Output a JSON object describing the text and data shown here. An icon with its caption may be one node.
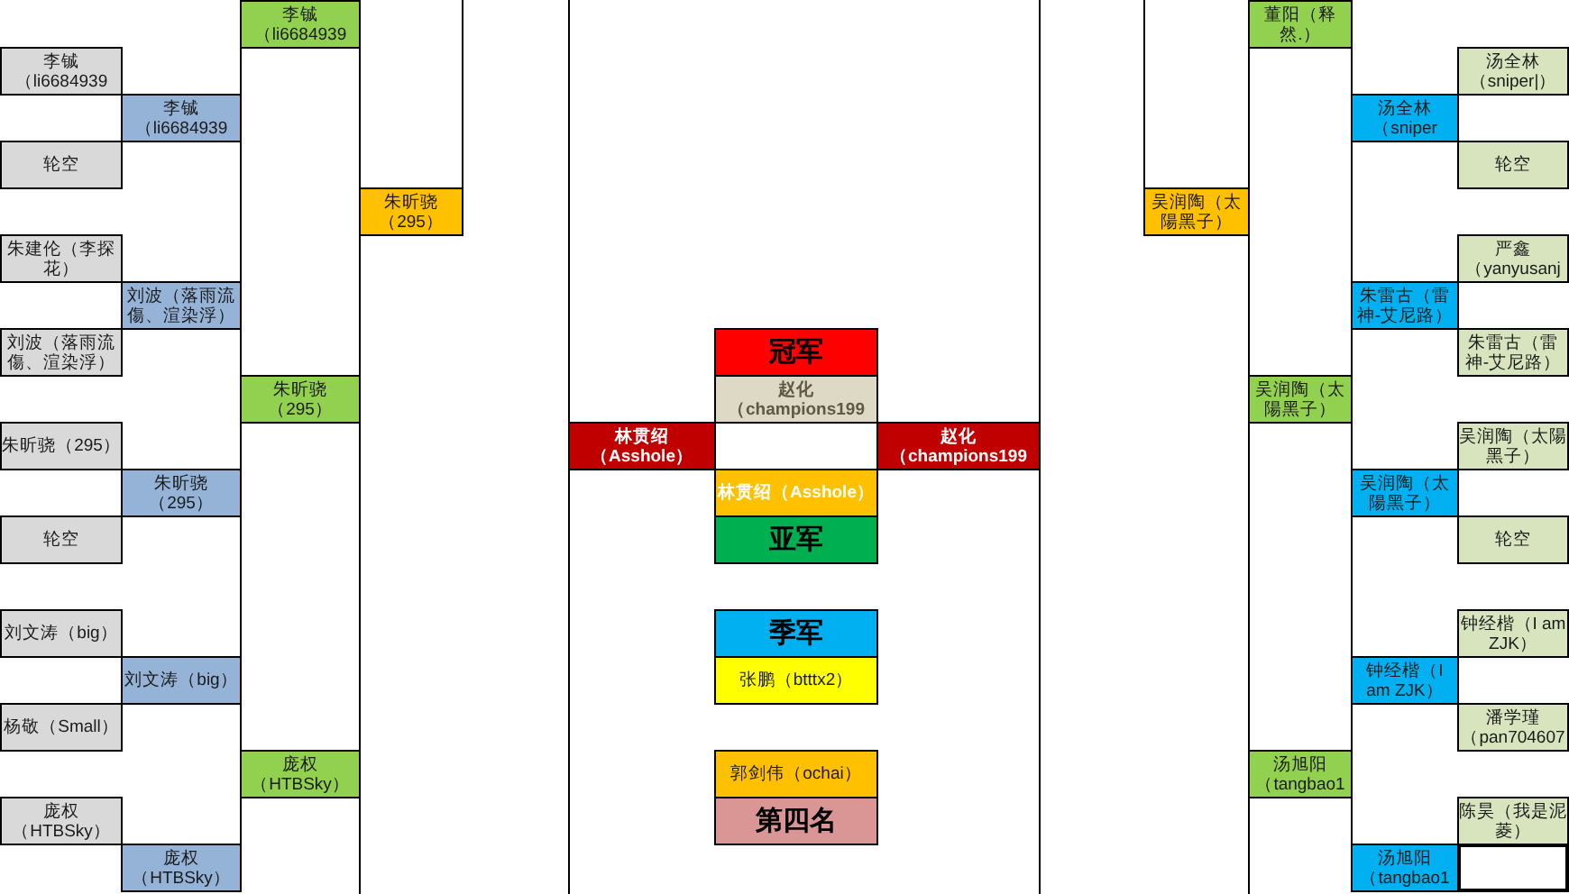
{
  "diagram": {
    "nodes": [
      {
        "text": [
          "李铖（li6684939"
        ]
      },
      {
        "text": [
          "轮空"
        ]
      },
      {
        "text": [
          "朱建伦（李探花）"
        ]
      },
      {
        "text": [
          "刘波（落雨流傷、渲染浮）"
        ]
      },
      {
        "text": [
          "朱昕骁（295）"
        ]
      },
      {
        "text": [
          "轮空"
        ]
      },
      {
        "text": [
          "刘文涛（big）"
        ]
      },
      {
        "text": [
          "杨敬（Small）"
        ]
      },
      {
        "text": [
          "庞权（HTBSky）"
        ]
      },
      {
        "text": [
          "李铖（li6684939"
        ]
      },
      {
        "text": [
          "刘波（落雨流傷、渲染浮）"
        ]
      },
      {
        "text": [
          "朱昕骁（295）"
        ]
      },
      {
        "text": [
          "刘文涛（big）"
        ]
      },
      {
        "text": [
          "庞权（HTBSky）"
        ]
      },
      {
        "text": [
          "李铖（li6684939"
        ]
      },
      {
        "text": [
          "朱昕骁（295）"
        ]
      },
      {
        "text": [
          "庞权（HTBSky）"
        ]
      },
      {
        "text": [
          "朱昕骁（295）"
        ]
      },
      {
        "text": [
          "冠军"
        ]
      },
      {
        "text": [
          "赵化（champions199"
        ]
      },
      {
        "text": [
          "林贯绍（Asshole）"
        ]
      },
      {
        "text": [
          "赵化（champions199"
        ]
      },
      {
        "text": [
          "林贯绍（Asshole）"
        ]
      },
      {
        "text": [
          "亚军"
        ]
      },
      {
        "text": [
          "季军"
        ]
      },
      {
        "text": [
          "张鹏（btttx2）"
        ]
      },
      {
        "text": [
          "郭剑伟（ochai）"
        ]
      },
      {
        "text": [
          "第四名"
        ]
      },
      {
        "text": [
          "吴润陶（太陽黑子）"
        ]
      },
      {
        "text": [
          "董阳（释然.）"
        ]
      },
      {
        "text": [
          "吴润陶（太陽黑子）"
        ]
      },
      {
        "text": [
          "汤旭阳（tangbao1"
        ]
      },
      {
        "text": [
          "汤全林（sniper"
        ]
      },
      {
        "text": [
          "朱雷古（雷神-艾尼路）"
        ]
      },
      {
        "text": [
          "吴润陶（太陽黑子）"
        ]
      },
      {
        "text": [
          "钟经楷（I am ZJK）"
        ]
      },
      {
        "text": [
          "汤旭阳（tangbao1"
        ]
      },
      {
        "text": [
          "汤全林（sniper|）"
        ]
      },
      {
        "text": [
          "轮空"
        ]
      },
      {
        "text": [
          "严鑫（yanyusanj"
        ]
      },
      {
        "text": [
          "朱雷古（雷神-艾尼路）"
        ]
      },
      {
        "text": [
          "吴润陶（太陽黑子）"
        ]
      },
      {
        "text": [
          "轮空"
        ]
      },
      {
        "text": [
          "钟经楷（I am ZJK）"
        ]
      },
      {
        "text": [
          "潘学瑾（pan704607"
        ]
      },
      {
        "text": [
          "陈昊（我是泥菱）"
        ]
      },
      {
        "text": [],
        "shape": "box"
      }
    ],
    "edges": [
      {
        "from": 14,
        "to": 9,
        "arrow": "none"
      },
      {
        "from": 9,
        "to": 10,
        "arrow": "none"
      },
      {
        "from": 10,
        "to": 15,
        "arrow": "none"
      },
      {
        "from": 15,
        "to": 11,
        "arrow": "none"
      },
      {
        "from": 11,
        "to": 12,
        "arrow": "none"
      },
      {
        "from": 12,
        "to": 16,
        "arrow": "none"
      },
      {
        "from": 16,
        "to": 13,
        "arrow": "none"
      },
      {
        "from": 14,
        "to": 17,
        "arrow": "none"
      },
      {
        "from": 17,
        "to": 15,
        "arrow": "none"
      },
      {
        "from": 15,
        "to": 16,
        "arrow": "none"
      },
      {
        "from": 16,
        "to": null,
        "arrow": "none"
      },
      {
        "from": null,
        "to": 17,
        "arrow": "none"
      },
      {
        "from": null,
        "to": 20,
        "arrow": "none"
      },
      {
        "from": 20,
        "to": null,
        "arrow": "none"
      },
      {
        "from": null,
        "to": 21,
        "arrow": "none"
      },
      {
        "from": 21,
        "to": null,
        "arrow": "none"
      },
      {
        "from": null,
        "to": 28,
        "arrow": "none"
      },
      {
        "from": 29,
        "to": 28,
        "arrow": "none"
      },
      {
        "from": 28,
        "to": 30,
        "arrow": "none"
      },
      {
        "from": 30,
        "to": 31,
        "arrow": "none"
      },
      {
        "from": 31,
        "to": null,
        "arrow": "none"
      },
      {
        "from": 29,
        "to": 32,
        "arrow": "none"
      },
      {
        "from": 32,
        "to": 33,
        "arrow": "none"
      },
      {
        "from": 33,
        "to": 30,
        "arrow": "none"
      },
      {
        "from": 30,
        "to": 34,
        "arrow": "none"
      },
      {
        "from": 34,
        "to": 35,
        "arrow": "none"
      },
      {
        "from": 35,
        "to": 31,
        "arrow": "none"
      },
      {
        "from": 31,
        "to": 36,
        "arrow": "none"
      }
    ]
  }
}
